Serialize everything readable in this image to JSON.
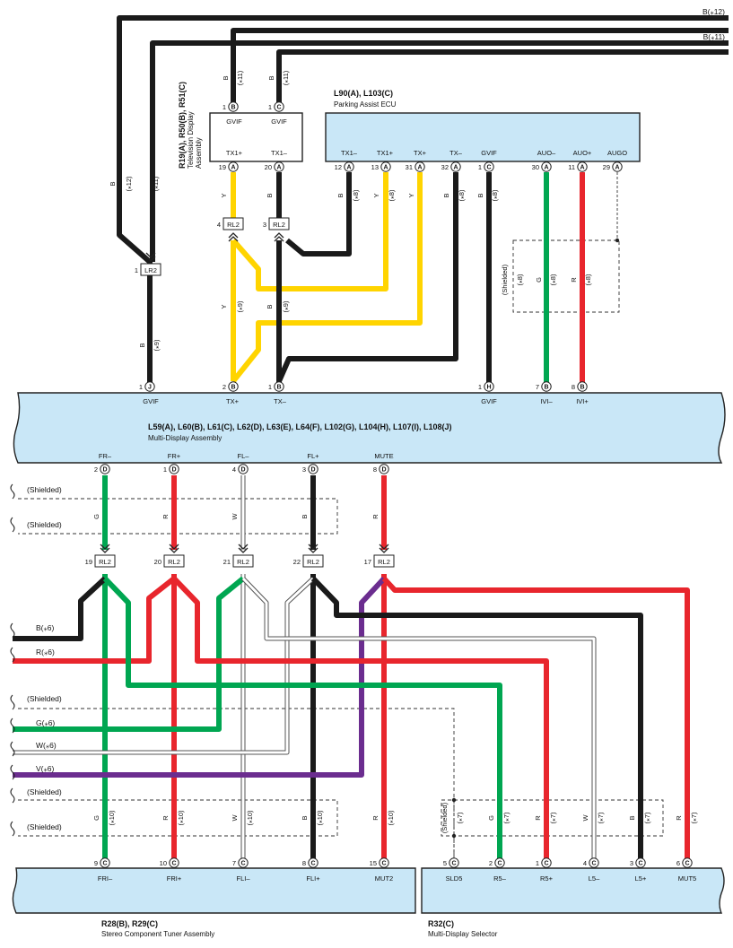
{
  "colors": {
    "B": "#1a1a1a",
    "Y": "#ffd400",
    "G": "#00a651",
    "R": "#e8262d",
    "W": "#bbbbbb",
    "V": "#6b2d8f",
    "box_fill": "#c9e7f7",
    "outline": "#222222"
  },
  "components": {
    "tv": {
      "code": "R19(A), R50(B), R51(C)",
      "name1": "Television Display",
      "name2": "Assembly"
    },
    "pa": {
      "code": "L90(A), L103(C)",
      "name": "Parking Assist ECU"
    },
    "mda": {
      "code": "L59(A), L60(B), L61(C), L62(D), L63(E), L64(F), L102(G), L104(H), L107(I), L108(J)",
      "name": "Multi-Display Assembly"
    },
    "tuner": {
      "code": "R28(B), R29(C)",
      "name": "Stereo Component Tuner Assembly"
    },
    "sel": {
      "code": "R32(C)",
      "name": "Multi-Display Selector"
    }
  },
  "top_refs": [
    "B(⁎12)",
    "B(⁎11)"
  ],
  "tv_pins": [
    {
      "pin": "1",
      "conn": "B",
      "term": "GVIF"
    },
    {
      "pin": "1",
      "conn": "C",
      "term": "GVIF"
    },
    {
      "pin": "19",
      "conn": "A",
      "term": "TX1+"
    },
    {
      "pin": "20",
      "conn": "A",
      "term": "TX1–"
    }
  ],
  "pa_pins": [
    {
      "pin": "12",
      "conn": "A",
      "term": "TX1–"
    },
    {
      "pin": "13",
      "conn": "A",
      "term": "TX1+"
    },
    {
      "pin": "31",
      "conn": "A",
      "term": "TX+"
    },
    {
      "pin": "32",
      "conn": "A",
      "term": "TX–"
    },
    {
      "pin": "1",
      "conn": "C",
      "term": "GVIF"
    },
    {
      "pin": "30",
      "conn": "A",
      "term": "AUO–"
    },
    {
      "pin": "11",
      "conn": "A",
      "term": "AUO+"
    },
    {
      "pin": "29",
      "conn": "A",
      "term": "AUGO"
    }
  ],
  "mda_top_pins": [
    {
      "pin": "1",
      "conn": "J",
      "term": "GVIF"
    },
    {
      "pin": "2",
      "conn": "B",
      "term": "TX+"
    },
    {
      "pin": "1",
      "conn": "B",
      "term": "TX–"
    },
    {
      "pin": "1",
      "conn": "H",
      "term": "GVIF"
    },
    {
      "pin": "7",
      "conn": "B",
      "term": "IVI–"
    },
    {
      "pin": "8",
      "conn": "B",
      "term": "IVI+"
    }
  ],
  "mda_bottom_pins": [
    {
      "pin": "2",
      "conn": "D",
      "term": "FR–"
    },
    {
      "pin": "1",
      "conn": "D",
      "term": "FR+"
    },
    {
      "pin": "4",
      "conn": "D",
      "term": "FL–"
    },
    {
      "pin": "3",
      "conn": "D",
      "term": "FL+"
    },
    {
      "pin": "8",
      "conn": "D",
      "term": "MUTE"
    }
  ],
  "tuner_pins": [
    {
      "pin": "9",
      "conn": "C",
      "term": "FRI–"
    },
    {
      "pin": "10",
      "conn": "C",
      "term": "FRI+"
    },
    {
      "pin": "7",
      "conn": "C",
      "term": "FLI–"
    },
    {
      "pin": "8",
      "conn": "C",
      "term": "FLI+"
    },
    {
      "pin": "15",
      "conn": "C",
      "term": "MUT2"
    }
  ],
  "sel_pins": [
    {
      "pin": "5",
      "conn": "C",
      "term": "SLD5"
    },
    {
      "pin": "2",
      "conn": "C",
      "term": "R5–"
    },
    {
      "pin": "1",
      "conn": "C",
      "term": "R5+"
    },
    {
      "pin": "4",
      "conn": "C",
      "term": "L5–"
    },
    {
      "pin": "3",
      "conn": "C",
      "term": "L5+"
    },
    {
      "pin": "6",
      "conn": "C",
      "term": "MUT5"
    }
  ],
  "splices": {
    "lr2": {
      "pin": "1",
      "name": "LR2"
    },
    "rl2_y": {
      "pin": "4",
      "name": "RL2"
    },
    "rl2_b": {
      "pin": "3",
      "name": "RL2"
    },
    "lower": [
      {
        "pin": "19",
        "name": "RL2"
      },
      {
        "pin": "20",
        "name": "RL2"
      },
      {
        "pin": "21",
        "name": "RL2"
      },
      {
        "pin": "22",
        "name": "RL2"
      },
      {
        "pin": "17",
        "name": "RL2"
      }
    ]
  },
  "left_refs": [
    "B(⁎6)",
    "R(⁎6)",
    "(Shielded)",
    "G(⁎6)",
    "W(⁎6)",
    "V(⁎6)",
    "(Shielded)",
    "(Shielded)"
  ],
  "shielded": "(Shielded)",
  "notes": {
    "n6": "(⁎6)",
    "n7": "(⁎7)",
    "n8": "(⁎8)",
    "n9": "(⁎9)",
    "n10": "(⁎10)",
    "n11": "(⁎11)",
    "n12": "(⁎12)"
  },
  "wire_letters": {
    "B": "B",
    "Y": "Y",
    "G": "G",
    "R": "R",
    "W": "W"
  }
}
